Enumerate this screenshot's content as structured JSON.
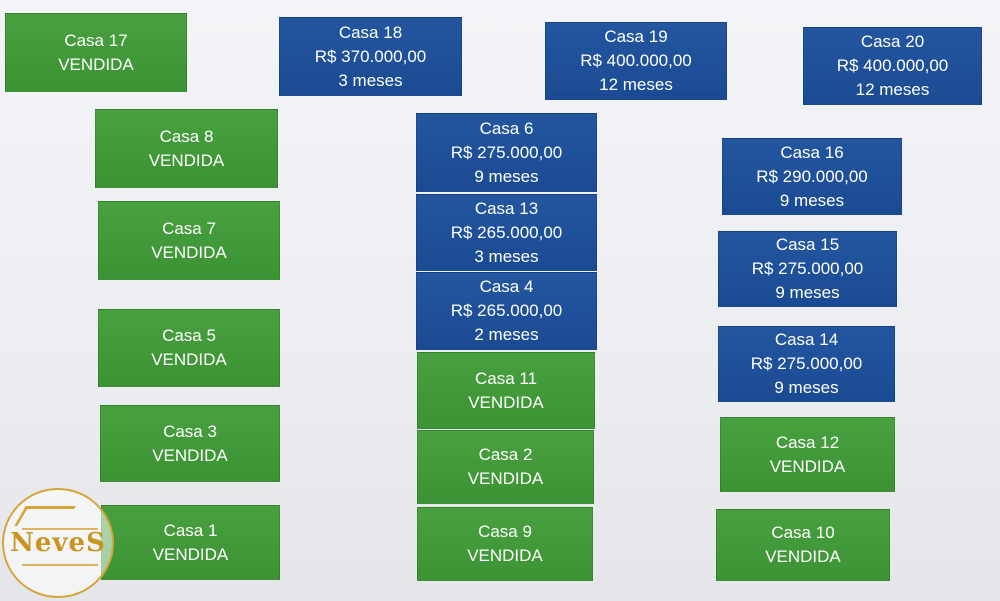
{
  "logo": {
    "text": "NeveS",
    "accent": "#d6a53a"
  },
  "colors": {
    "sold": "#3f9b36",
    "available": "#1b4f9c",
    "text": "#ffffff"
  },
  "lots": [
    {
      "id": "17",
      "name": "Casa 17",
      "status": "VENDIDA"
    },
    {
      "id": "18",
      "name": "Casa 18",
      "price": "R$ 370.000,00",
      "term": "3 meses"
    },
    {
      "id": "19",
      "name": "Casa 19",
      "price": "R$ 400.000,00",
      "term": "12 meses"
    },
    {
      "id": "20",
      "name": "Casa 20",
      "price": "R$ 400.000,00",
      "term": "12 meses"
    },
    {
      "id": "8",
      "name": "Casa 8",
      "status": "VENDIDA"
    },
    {
      "id": "7",
      "name": "Casa 7",
      "status": "VENDIDA"
    },
    {
      "id": "5",
      "name": "Casa 5",
      "status": "VENDIDA"
    },
    {
      "id": "3",
      "name": "Casa 3",
      "status": "VENDIDA"
    },
    {
      "id": "1",
      "name": "Casa 1",
      "status": "VENDIDA"
    },
    {
      "id": "6",
      "name": "Casa 6",
      "price": "R$ 275.000,00",
      "term": "9 meses"
    },
    {
      "id": "13",
      "name": "Casa 13",
      "price": "R$ 265.000,00",
      "term": "3 meses"
    },
    {
      "id": "4",
      "name": "Casa 4",
      "price": "R$ 265.000,00",
      "term": "2 meses"
    },
    {
      "id": "11",
      "name": "Casa 11",
      "status": "VENDIDA"
    },
    {
      "id": "2",
      "name": "Casa 2",
      "status": "VENDIDA"
    },
    {
      "id": "9",
      "name": "Casa 9",
      "status": "VENDIDA"
    },
    {
      "id": "16",
      "name": "Casa 16",
      "price": "R$ 290.000,00",
      "term": "9 meses"
    },
    {
      "id": "15",
      "name": "Casa 15",
      "price": "R$ 275.000,00",
      "term": "9 meses"
    },
    {
      "id": "14",
      "name": "Casa 14",
      "price": "R$ 275.000,00",
      "term": "9 meses"
    },
    {
      "id": "12",
      "name": "Casa 12",
      "status": "VENDIDA"
    },
    {
      "id": "10",
      "name": "Casa 10",
      "status": "VENDIDA"
    }
  ]
}
